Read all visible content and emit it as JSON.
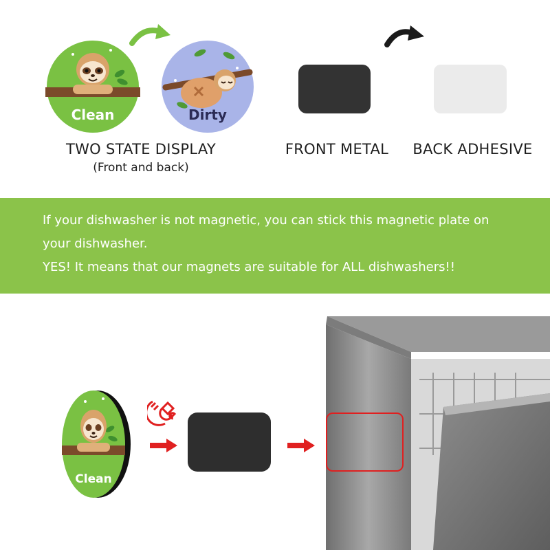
{
  "top": {
    "two_state_caption": "TWO STATE DISPLAY",
    "two_state_sub": "(Front and back)",
    "front_metal_caption": "FRONT METAL",
    "back_adhesive_caption": "BACK ADHESIVE",
    "magnet_front_label": "Clean",
    "magnet_back_label": "Dirty"
  },
  "banner": {
    "line1": "If your dishwasher is not magnetic, you can stick this magnetic plate on",
    "line2": "your dishwasher.",
    "line3": "YES! It means that our magnets are suitable for ALL dishwashers!!"
  },
  "bottom": {
    "magnet_label": "Clean"
  },
  "colors": {
    "green_banner": "#8bc34a",
    "magnet_green": "#7ac143",
    "magnet_blue": "#a9b4e8",
    "plate_dark": "#333333",
    "plate_light": "#ebebeb",
    "arrow_red": "#e02020",
    "highlight_red": "#e02020"
  },
  "icons": [
    "curved-arrow-icon",
    "magnet-icon",
    "right-arrow-icon"
  ]
}
